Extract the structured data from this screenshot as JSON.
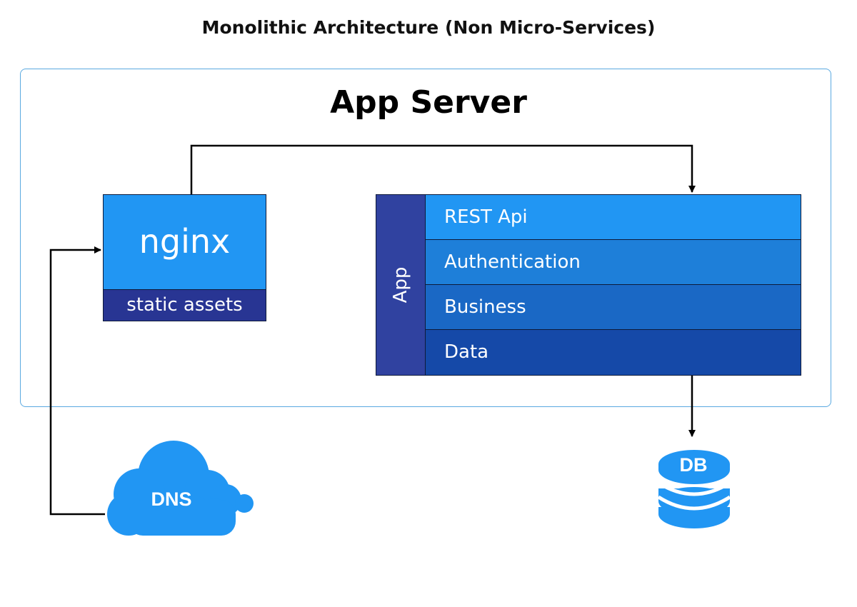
{
  "diagram": {
    "title": "Monolithic Architecture (Non Micro-Services)"
  },
  "server": {
    "title": "App Server"
  },
  "nginx": {
    "label": "nginx",
    "static_assets": "static assets"
  },
  "app": {
    "side_label": "App",
    "layers": [
      {
        "label": "REST Api"
      },
      {
        "label": "Authentication"
      },
      {
        "label": "Business"
      },
      {
        "label": "Data"
      }
    ]
  },
  "dns": {
    "label": "DNS",
    "icon": "cloud-icon"
  },
  "db": {
    "label": "DB",
    "icon": "database-icon"
  },
  "colors": {
    "frame": "#5aa9e0",
    "primary_blue": "#2196f3",
    "dark_indigo": "#283593",
    "layer_colors": [
      "#2196f3",
      "#1e7fd9",
      "#1a68c5",
      "#1549a8"
    ],
    "arrow": "#000000"
  }
}
